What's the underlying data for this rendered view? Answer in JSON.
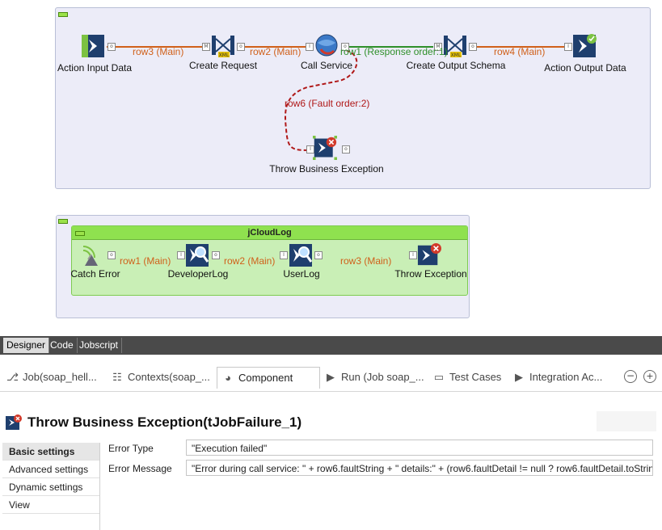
{
  "canvas": {
    "subjob_main": {
      "components": {
        "action_input": "Action Input Data",
        "create_request": "Create Request",
        "call_service": "Call Service",
        "create_output": "Create Output Schema",
        "action_output": "Action Output Data",
        "throw_business": "Throw Business Exception"
      },
      "flows": {
        "row3": "row3 (Main)",
        "row2": "row2 (Main)",
        "row1": "row1 (Response order:1)",
        "row4": "row4 (Main)",
        "row6": "row6 (Fault order:2)"
      }
    },
    "subjob_log": {
      "title": "jCloudLog",
      "components": {
        "catch_error": "Catch Error",
        "developer_log": "DeveloperLog",
        "user_log": "UserLog",
        "throw_exception": "Throw Exception"
      },
      "flows": {
        "row1": "row1 (Main)",
        "row2": "row2 (Main)",
        "row3": "row3 (Main)"
      }
    }
  },
  "designer_tabs": [
    "Designer",
    "Code",
    "Jobscript"
  ],
  "view_tabs": [
    {
      "label": "Job(soap_hell...",
      "icon": "job-icon"
    },
    {
      "label": "Contexts(soap_...",
      "icon": "contexts-icon"
    },
    {
      "label": "Component",
      "icon": "palette-icon"
    },
    {
      "label": "Run (Job soap_...",
      "icon": "run-icon"
    },
    {
      "label": "Test Cases",
      "icon": "test-cases-icon"
    },
    {
      "label": "Integration Ac...",
      "icon": "integration-icon"
    }
  ],
  "panel": {
    "title": "Throw Business Exception(tJobFailure_1)",
    "sidebar": [
      "Basic settings",
      "Advanced settings",
      "Dynamic settings",
      "View"
    ],
    "fields": {
      "error_type_label": "Error Type",
      "error_type_value": "\"Execution failed\"",
      "error_message_label": "Error Message",
      "error_message_value": "\"Error during call service: \" + row6.faultString + \" details:\" + (row6.faultDetail != null ? row6.faultDetail.toStrin"
    }
  },
  "colors": {
    "main_flow": "#d0601a",
    "response_flow": "#2f8f2a",
    "fault_flow": "#b01818",
    "subjob_bg": "#ececf8",
    "cloudlog_bg": "#c9efb6",
    "cloudlog_header": "#8fe14f"
  }
}
